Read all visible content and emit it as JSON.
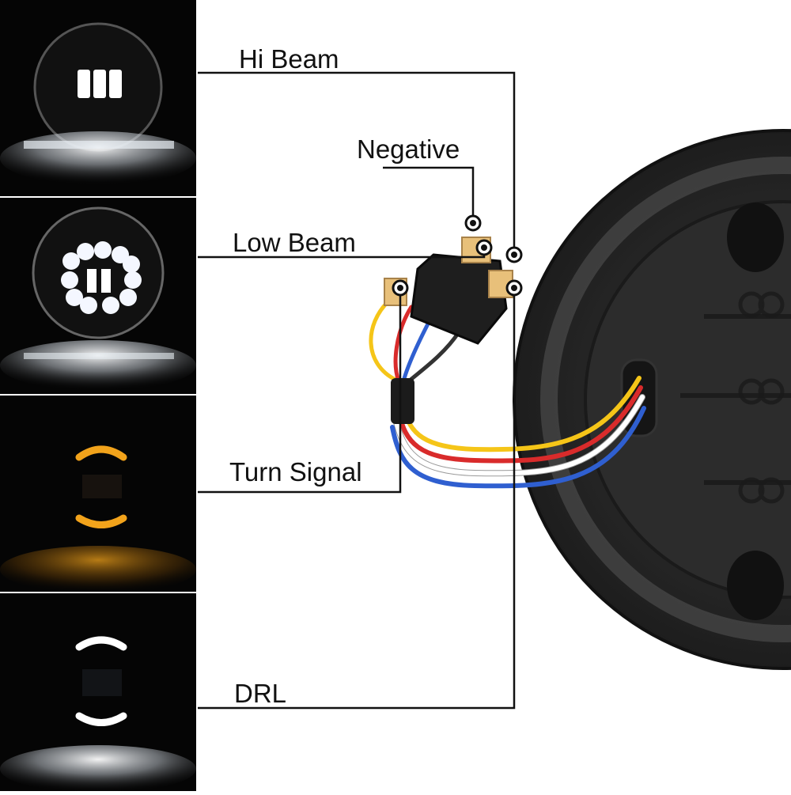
{
  "diagram": {
    "labels": {
      "hi_beam": "Hi Beam",
      "negative": "Negative",
      "low_beam": "Low Beam",
      "turn_signal": "Turn Signal",
      "drl": "DRL"
    },
    "panels": [
      {
        "mode": "hi-beam",
        "light_color": "#ffffff"
      },
      {
        "mode": "low-beam",
        "light_color": "#ffffff"
      },
      {
        "mode": "turn-signal",
        "light_color": "#f2a31b"
      },
      {
        "mode": "drl",
        "light_color": "#ffffff"
      }
    ],
    "wires": [
      {
        "color": "#f5c518"
      },
      {
        "color": "#d92b2b"
      },
      {
        "color": "#ffffff"
      },
      {
        "color": "#2f5fd0"
      },
      {
        "color": "#222222"
      }
    ]
  }
}
